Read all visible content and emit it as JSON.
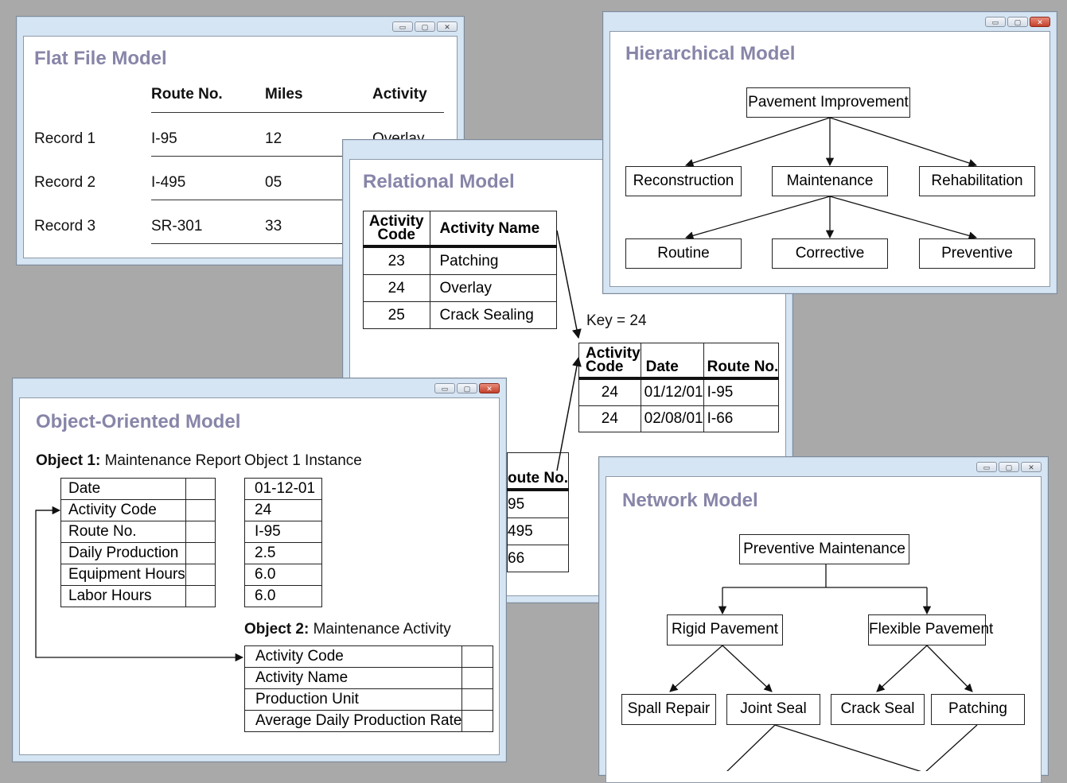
{
  "flat": {
    "title": "Flat File Model",
    "headers": [
      "Route No.",
      "Miles",
      "Activity"
    ],
    "rows": [
      {
        "label": "Record 1",
        "route": "I-95",
        "miles": "12",
        "activity": "Overlay"
      },
      {
        "label": "Record 2",
        "route": "I-495",
        "miles": "05"
      },
      {
        "label": "Record 3",
        "route": "SR-301",
        "miles": "33"
      }
    ]
  },
  "relational": {
    "title": "Relational Model",
    "t1_headers": [
      "Activity Code",
      "Activity Name"
    ],
    "t1_rows": [
      [
        "23",
        "Patching"
      ],
      [
        "24",
        "Overlay"
      ],
      [
        "25",
        "Crack Sealing"
      ]
    ],
    "key_label": "Key = 24",
    "t2_headers": [
      "Activity Code",
      "Date",
      "Route No."
    ],
    "t2_rows": [
      [
        "24",
        "01/12/01",
        "I-95"
      ],
      [
        "24",
        "02/08/01",
        "I-66"
      ]
    ],
    "t3_header": "oute No.",
    "t3_rows": [
      "95",
      "495",
      "66"
    ]
  },
  "hier": {
    "title": "Hierarchical Model",
    "root": "Pavement Improvement",
    "level1": [
      "Reconstruction",
      "Maintenance",
      "Rehabilitation"
    ],
    "level2": [
      "Routine",
      "Corrective",
      "Preventive"
    ]
  },
  "oo": {
    "title": "Object-Oriented Model",
    "obj1_bold": "Object 1:",
    "obj1_name": "Maintenance Report",
    "instance_label": "Object 1 Instance",
    "obj1_fields": [
      "Date",
      "Activity Code",
      "Route No.",
      "Daily Production",
      "Equipment Hours",
      "Labor Hours"
    ],
    "instance_values": [
      "01-12-01",
      "24",
      "I-95",
      "2.5",
      "6.0",
      "6.0"
    ],
    "obj2_bold": "Object 2:",
    "obj2_name": "Maintenance Activity",
    "obj2_fields": [
      "Activity Code",
      "Activity Name",
      "Production Unit",
      "Average Daily Production Rate"
    ]
  },
  "network": {
    "title": "Network Model",
    "root": "Preventive Maintenance",
    "level1": [
      "Rigid Pavement",
      "Flexible Pavement"
    ],
    "level2": [
      "Spall Repair",
      "Joint Seal",
      "Crack Seal",
      "Patching"
    ]
  },
  "window_controls": {
    "minimize": "▭",
    "maximize": "▢",
    "close": "✕"
  }
}
